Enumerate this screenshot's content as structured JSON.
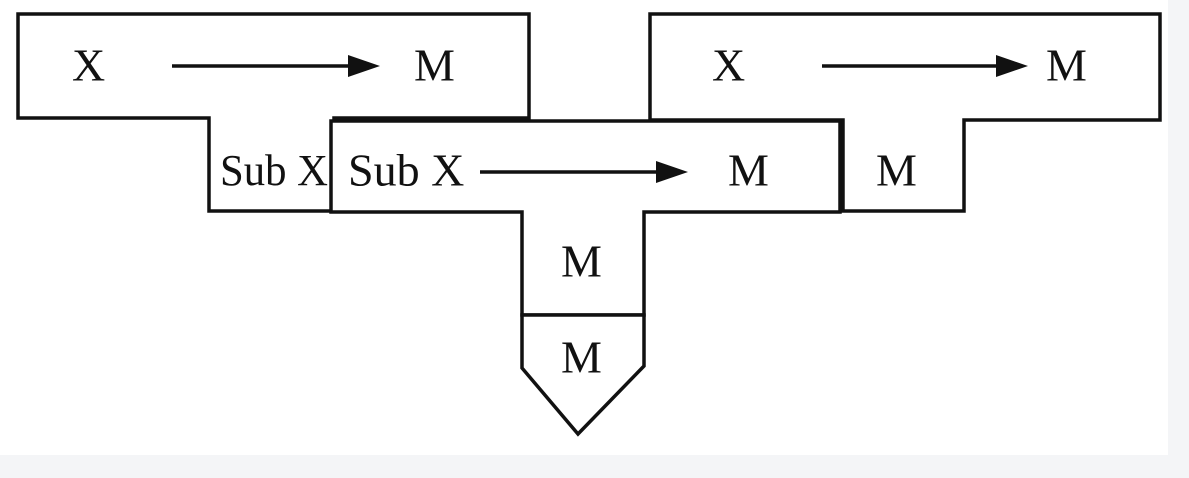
{
  "diagram": {
    "colors": {
      "stroke": "#111111",
      "fill": "#ffffff",
      "background": "#f4f5f7"
    },
    "left_block": {
      "source": "X",
      "target": "M",
      "tab": "Sub X"
    },
    "right_block": {
      "source": "X",
      "target": "M",
      "tab": "M"
    },
    "middle_block": {
      "source": "Sub X",
      "target": "M",
      "stem": "M"
    },
    "tip": {
      "label": "M"
    }
  }
}
